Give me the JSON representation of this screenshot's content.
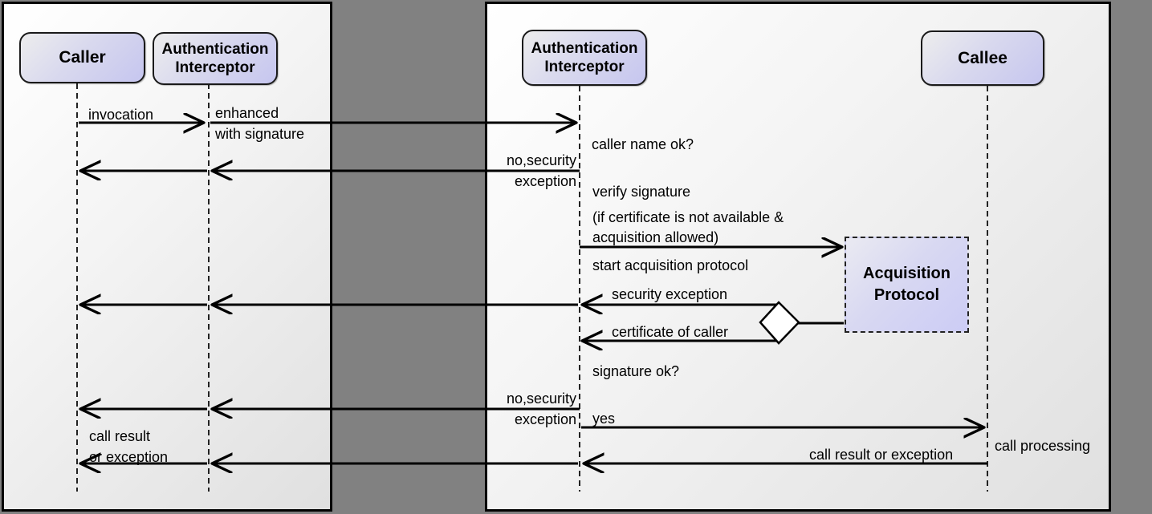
{
  "participants": {
    "caller": {
      "label": "Caller"
    },
    "auth_interceptor_left": {
      "label": "Authentication\nInterceptor"
    },
    "auth_interceptor_right": {
      "label": "Authentication\nInterceptor"
    },
    "callee": {
      "label": "Callee"
    },
    "acquisition_protocol": {
      "label": "Acquisition\nProtocol"
    }
  },
  "messages": {
    "invocation": "invocation",
    "enhanced_with_signature": "enhanced\nwith signature",
    "caller_name_ok": "caller name ok?",
    "no_security_exception_top": "no,security\nexception",
    "verify_signature": "verify signature",
    "certificate_condition": "(if certificate is not available &\nacquisition allowed)",
    "start_acquisition_protocol": "start acquisition protocol",
    "security_exception": "security exception",
    "certificate_of_caller": "certificate of caller",
    "signature_ok": "signature ok?",
    "no_security_exception_bottom": "no,security\nexception",
    "yes": "yes",
    "call_processing": "call processing",
    "call_result_or_exception_right": "call result or exception",
    "call_result_or_exception_left": "call result\nor exception"
  },
  "colors": {
    "page_background": "#818181",
    "panel_gradient_start": "#ffffff",
    "panel_gradient_end": "#e0e0e0",
    "box_gradient_start": "#ededed",
    "box_gradient_end": "#c6c6ef",
    "line": "#000000"
  }
}
